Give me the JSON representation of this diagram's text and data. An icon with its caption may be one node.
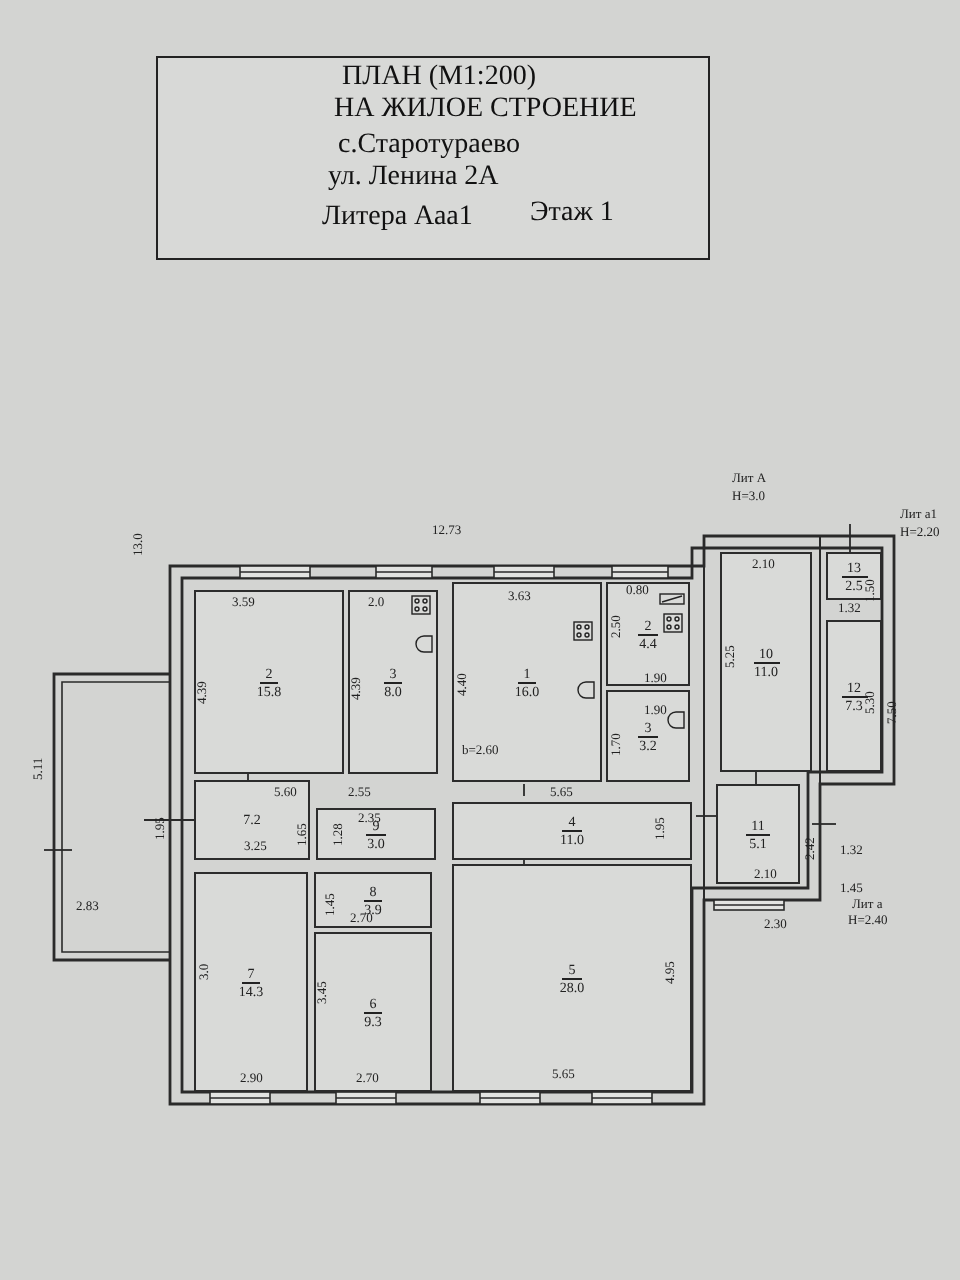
{
  "diagram": {
    "nodes": [
      {
        "text": [
          "ПЛАН (М1:200)",
          "НА ЖИЛОЕ СТРОЕНИЕ",
          "с.Старотураево",
          "ул. Ленина 2А",
          "Литера Ааа1",
          "Этаж 1"
        ]
      },
      {
        "text": [
          "2",
          "15.8"
        ]
      },
      {
        "text": [
          "3",
          "8.0"
        ]
      },
      {
        "text": [
          "1",
          "16.0"
        ]
      },
      {
        "text": [
          "2",
          "4.4"
        ]
      },
      {
        "text": [
          "3",
          "3.2"
        ]
      },
      {
        "text": [
          "10",
          "11.0"
        ]
      },
      {
        "text": [
          "13",
          "2.5"
        ]
      },
      {
        "text": [
          "12",
          "7.3"
        ]
      },
      {
        "text": [
          "7.2"
        ]
      },
      {
        "text": [
          "9",
          "3.0"
        ]
      },
      {
        "text": [
          "4",
          "11.0"
        ]
      },
      {
        "text": [
          "11",
          "5.1"
        ]
      },
      {
        "text": [
          "8",
          "3.9"
        ]
      },
      {
        "text": [
          "7",
          "14.3"
        ]
      },
      {
        "text": [
          "6",
          "9.3"
        ]
      },
      {
        "text": [
          "5",
          "28.0"
        ]
      }
    ],
    "labels": [
      "Лит А",
      "H=3.0",
      "Лит а1",
      "H=2.20",
      "13.0",
      "12.73",
      "3.59",
      "4.39",
      "2.0",
      "4.39",
      "3.63",
      "4.40",
      "b=2.60",
      "0.80",
      "2.50",
      "1.90",
      "1.90",
      "1.70",
      "5.65",
      "1.95",
      "2.10",
      "5.25",
      "1.50",
      "1.32",
      "5.30",
      "7.50",
      "5.11",
      "5.60",
      "2.55",
      "1.95",
      "1.65",
      "2.35",
      "1.28",
      "3.25",
      "2.42",
      "2.10",
      "1.32",
      "1.45",
      "2.83",
      "Лит а",
      "H=2.40",
      "2.30",
      "1.45",
      "2.70",
      "3.0",
      "3.45",
      "5.65",
      "4.95",
      "2.90",
      "2.70"
    ]
  }
}
